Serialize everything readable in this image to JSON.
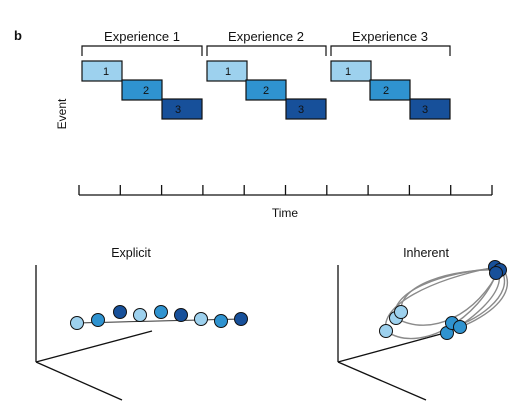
{
  "panel_label": "b",
  "experiences": [
    {
      "label": "Experience 1",
      "events": [
        "1",
        "2",
        "3"
      ]
    },
    {
      "label": "Experience 2",
      "events": [
        "1",
        "2",
        "3"
      ]
    },
    {
      "label": "Experience 3",
      "events": [
        "1",
        "2",
        "3"
      ]
    }
  ],
  "event_colors": [
    "#9dd1ee",
    "#2f93d0",
    "#17509a"
  ],
  "block_outline": "#111111",
  "y_axis_label": "Event",
  "x_axis_label": "Time",
  "time_ticks": 11,
  "embeddings": [
    {
      "title": "Explicit",
      "points": [
        "light",
        "mid",
        "dark",
        "light",
        "mid",
        "dark",
        "light",
        "mid",
        "dark"
      ]
    },
    {
      "title": "Inherent",
      "clusters": [
        "light",
        "mid",
        "dark"
      ]
    }
  ]
}
